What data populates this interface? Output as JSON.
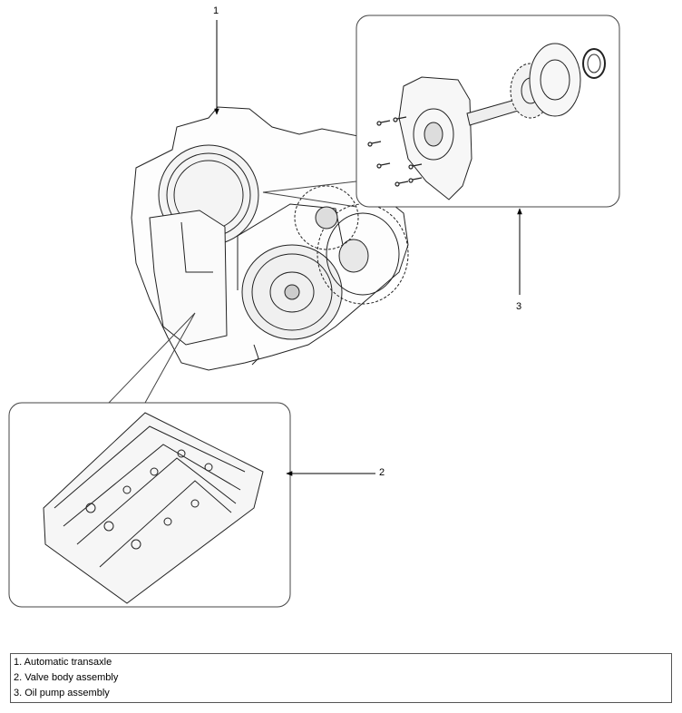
{
  "callouts": {
    "c1": "1",
    "c2": "2",
    "c3": "3"
  },
  "legend": [
    "1. Automatic transaxle",
    "2. Valve body assembly",
    "3. Oil pump assembly"
  ]
}
